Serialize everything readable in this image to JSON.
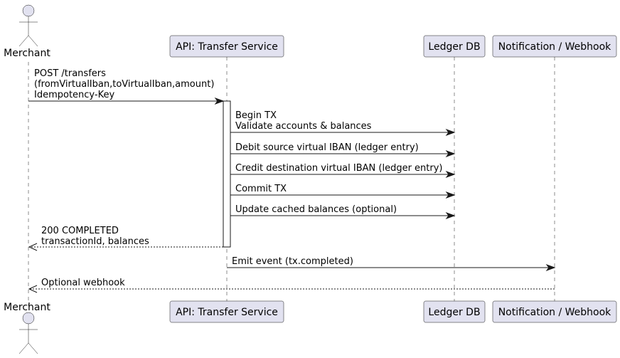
{
  "participants": {
    "merchant": "Merchant",
    "api": "API: Transfer Service",
    "ledger": "Ledger DB",
    "notify": "Notification / Webhook"
  },
  "messages": {
    "m1": [
      "POST /transfers",
      "(fromVirtualIban,toVirtualIban,amount)",
      "Idempotency-Key"
    ],
    "m2": [
      "Begin TX",
      "Validate accounts & balances"
    ],
    "m3": [
      "Debit source virtual IBAN (ledger entry)"
    ],
    "m4": [
      "Credit destination virtual IBAN (ledger entry)"
    ],
    "m5": [
      "Commit TX"
    ],
    "m6": [
      "Update cached balances (optional)"
    ],
    "m7": [
      "200 COMPLETED",
      "transactionId, balances"
    ],
    "m8": [
      "Emit event (tx.completed)"
    ],
    "m9": [
      "Optional webhook"
    ]
  }
}
